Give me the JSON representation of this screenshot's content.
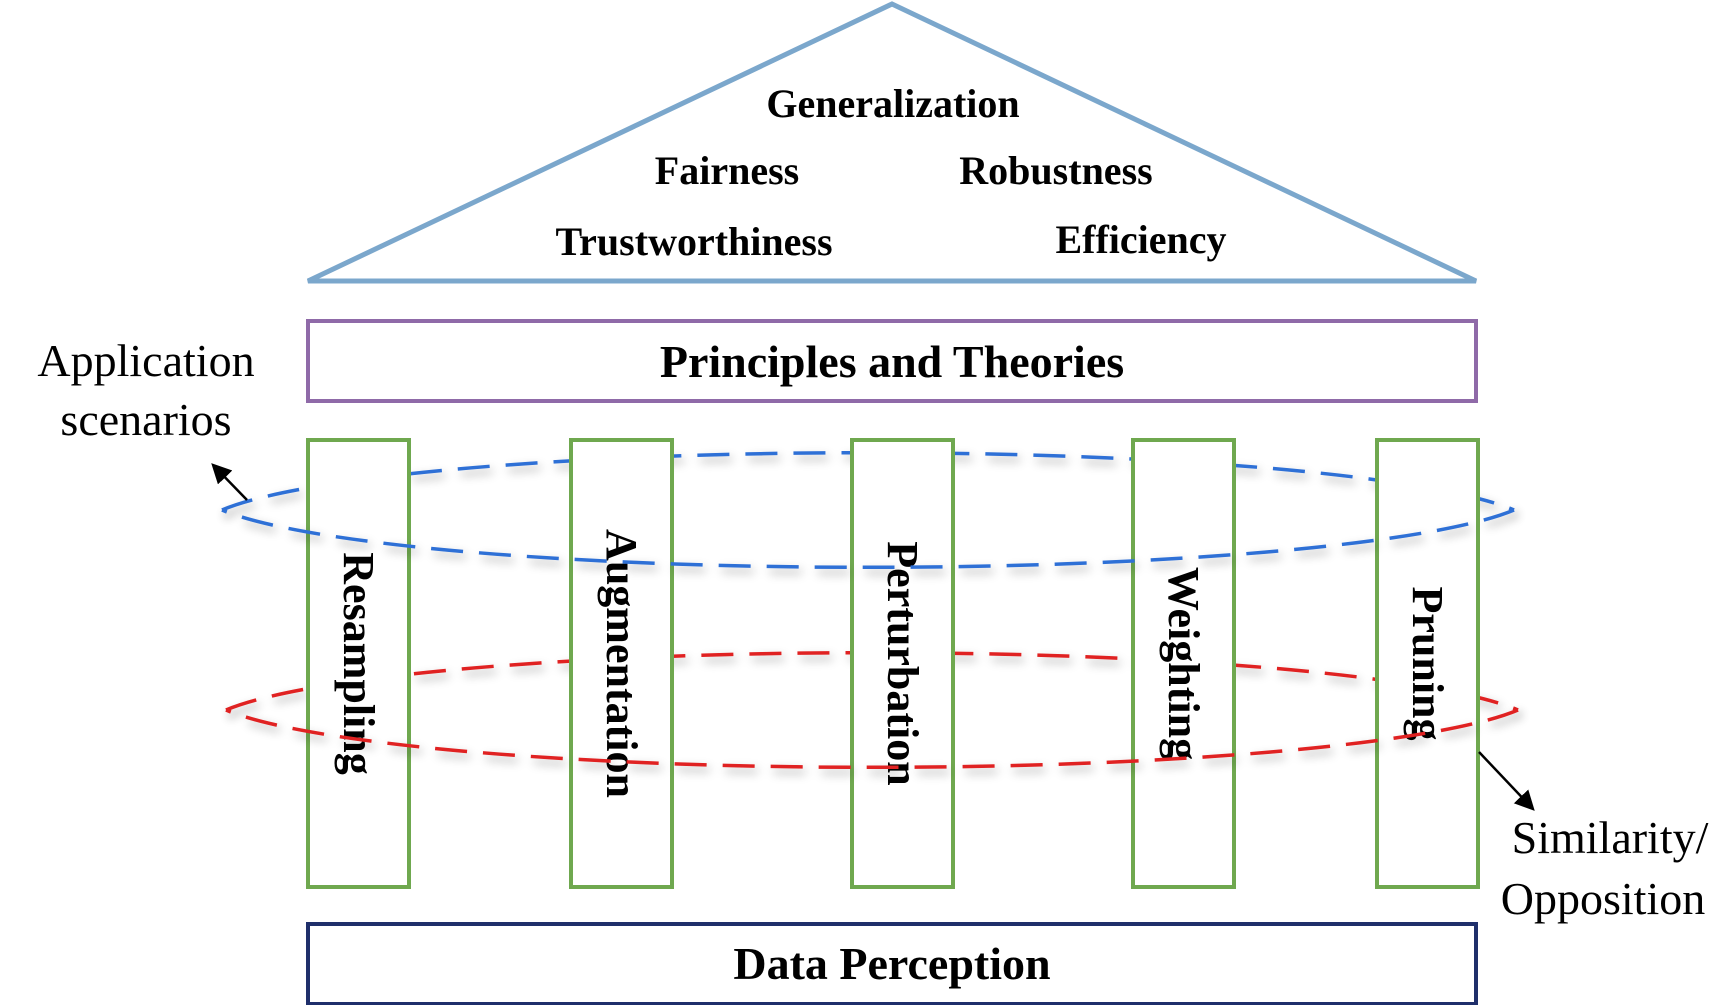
{
  "roof": {
    "color": "#7ba7cc",
    "terms": {
      "generalization": "Generalization",
      "fairness": "Fairness",
      "robustness": "Robustness",
      "trustworthiness": "Trustworthiness",
      "efficiency": "Efficiency"
    }
  },
  "principles": {
    "label": "Principles and Theories",
    "color": "#8f6aa8"
  },
  "pillars": {
    "color": "#6fa84f",
    "items": [
      "Resampling",
      "Augmentation",
      "Perturbation",
      "Weighting",
      "Pruning"
    ]
  },
  "foundation": {
    "label": "Data Perception",
    "color": "#1f2f6b"
  },
  "rings": {
    "blue_color": "#2f6fd6",
    "red_color": "#e02020"
  },
  "annotations": {
    "application_line1": "Application",
    "application_line2": "scenarios",
    "similarity_line1": "Similarity/",
    "similarity_line2": "Opposition"
  }
}
